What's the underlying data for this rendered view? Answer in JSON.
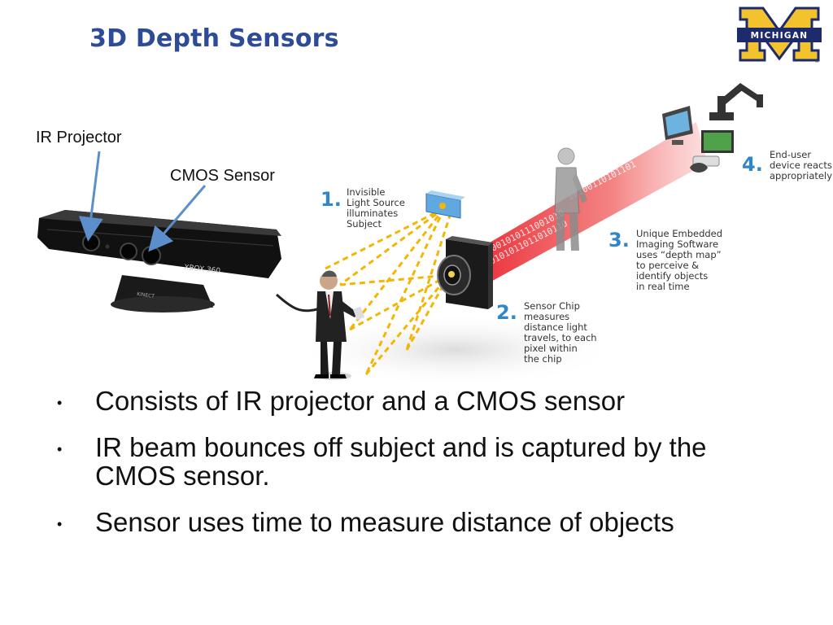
{
  "slide": {
    "title": "3D Depth Sensors",
    "logo_text": "MICHIGAN",
    "logo_mark": "®"
  },
  "callouts": {
    "ir_projector": "IR Projector",
    "cmos_sensor": "CMOS Sensor"
  },
  "device": {
    "model_label": "XBOX 360",
    "stand_label": "KINECT"
  },
  "steps": [
    {
      "number": "1.",
      "lines": [
        "Invisible",
        "Light Source",
        "illuminates",
        "Subject"
      ]
    },
    {
      "number": "2.",
      "lines": [
        "Sensor Chip",
        "measures",
        "distance light",
        "travels, to each",
        "pixel within",
        "the chip"
      ]
    },
    {
      "number": "3.",
      "lines": [
        "Unique Embedded",
        "Imaging Software",
        "uses “depth map”",
        "to perceive &",
        "identify objects",
        "in real time"
      ]
    },
    {
      "number": "4.",
      "lines": [
        "End-user",
        "device reacts",
        "appropriately"
      ]
    }
  ],
  "beam_bits": [
    "1001010111001010",
    "0101011011010110",
    "10100110101101"
  ],
  "bullets": [
    {
      "marker": "•",
      "text": "Consists of IR projector and a CMOS sensor"
    },
    {
      "marker": "•",
      "text": "IR beam bounces off subject and is captured by the CMOS sensor."
    },
    {
      "marker": "•",
      "text": "Sensor uses time to measure distance of objects"
    }
  ],
  "colors": {
    "title": "#2e4b98",
    "maize": "#f2c32c",
    "blue": "#1d2a6b",
    "step_number": "#2f87c9",
    "callout_arrow": "#5b8ecb",
    "beam": "#e8202a",
    "light_rays": "#f2b705"
  },
  "icons": [
    "michigan-logo-icon",
    "kinect-sensor-icon",
    "presenter-figure-icon",
    "projector-panel-icon",
    "sensor-chip-icon",
    "skeleton-figure-icon",
    "robot-arm-icon",
    "computer-monitor-icon",
    "game-console-icon"
  ]
}
